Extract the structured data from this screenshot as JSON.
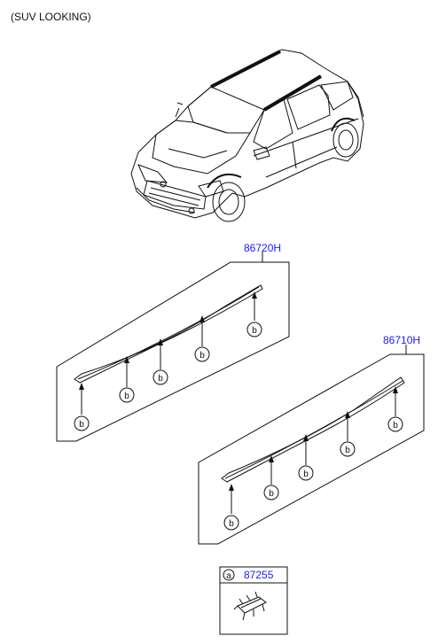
{
  "caption": "(SUV LOOKING)",
  "parts": {
    "rear_rail": {
      "number": "86720H",
      "marker_letter": "b"
    },
    "front_rail": {
      "number": "86710H",
      "marker_letter": "b"
    },
    "clip": {
      "letter": "a",
      "number": "87255"
    }
  },
  "colors": {
    "part_number_link": "#1a1aff",
    "line": "#111111"
  }
}
